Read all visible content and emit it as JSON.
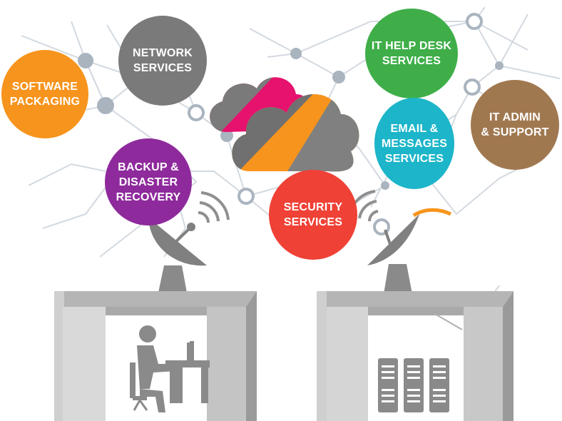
{
  "services": [
    {
      "id": "software-packaging",
      "lines": [
        "SOFTWARE",
        "PACKAGING"
      ],
      "color": "#f7941d"
    },
    {
      "id": "network-services",
      "lines": [
        "NETWORK",
        "SERVICES"
      ],
      "color": "#7a7a7a"
    },
    {
      "id": "backup-disaster-recovery",
      "lines": [
        "BACKUP &",
        "DISASTER",
        "RECOVERY"
      ],
      "color": "#8e2a9c"
    },
    {
      "id": "security-services",
      "lines": [
        "SECURITY",
        "SERVICES"
      ],
      "color": "#ef4136"
    },
    {
      "id": "it-help-desk-services",
      "lines": [
        "IT HELP DESK",
        "SERVICES"
      ],
      "color": "#3fae49"
    },
    {
      "id": "email-messages-services",
      "lines": [
        "EMAIL &",
        "MESSAGES",
        "SERVICES"
      ],
      "color": "#1cb5c9"
    },
    {
      "id": "it-admin-support",
      "lines": [
        "IT ADMIN",
        "& SUPPORT"
      ],
      "color": "#a07850"
    }
  ],
  "icons": {
    "cloud": "cloud-icon",
    "satellite": "satellite-dish-icon",
    "user": "person-at-desk-icon",
    "server": "server-rack-icon"
  },
  "colors": {
    "cloud_orange": "#f7941d",
    "cloud_gray": "#6d6d6d",
    "structure_gray": "#9d9d9d",
    "network_line": "#cfd6de",
    "network_node": "#a6b2be"
  }
}
